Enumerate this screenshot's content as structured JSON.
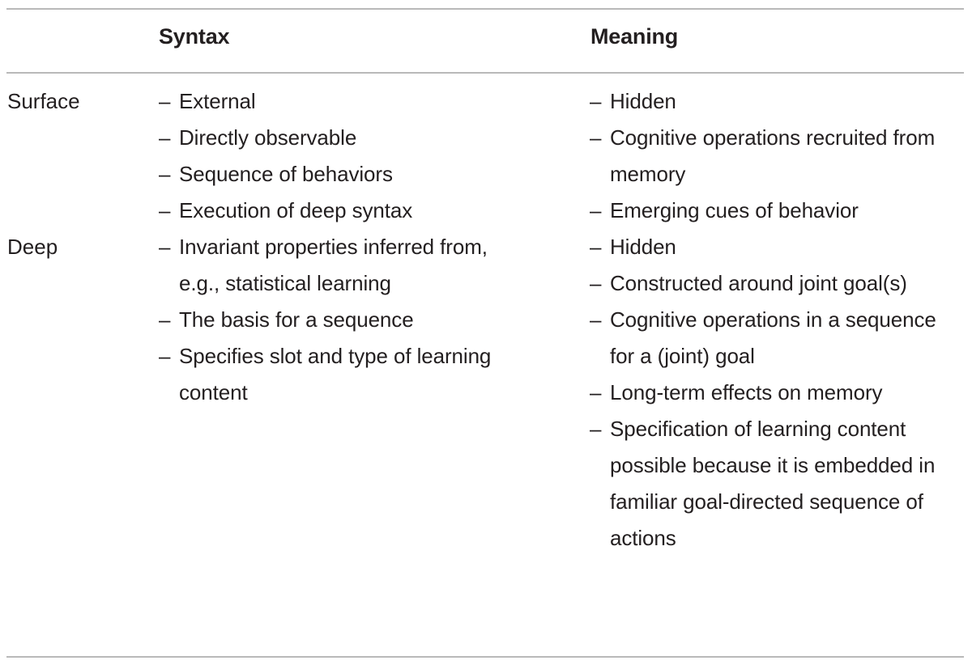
{
  "table": {
    "columns": [
      {
        "key": "rowlabel",
        "label": ""
      },
      {
        "key": "syntax",
        "label": "Syntax"
      },
      {
        "key": "meaning",
        "label": "Meaning"
      }
    ],
    "bullet_marker": "–",
    "rows": [
      {
        "label": "Surface",
        "syntax": [
          "External",
          "Directly observable",
          "Sequence of behaviors",
          "Execution of deep syntax"
        ],
        "meaning": [
          "Hidden",
          "Cognitive operations recruited from memory",
          "Emerging cues of behavior"
        ]
      },
      {
        "label": "Deep",
        "syntax": [
          "Invariant properties inferred from, e.g., statistical learning",
          "The basis for a sequence",
          "Specifies slot and type of learning content"
        ],
        "meaning": [
          "Hidden",
          "Constructed around joint goal(s)",
          "Cognitive operations in a sequence for a (joint) goal",
          "Long-term effects on memory",
          "Specification of learning content possible because it is embedded in familiar goal-directed sequence of actions"
        ]
      }
    ]
  },
  "style": {
    "rule_color": "#b9b9b9",
    "text_color": "#231f20",
    "background": "#ffffff"
  }
}
